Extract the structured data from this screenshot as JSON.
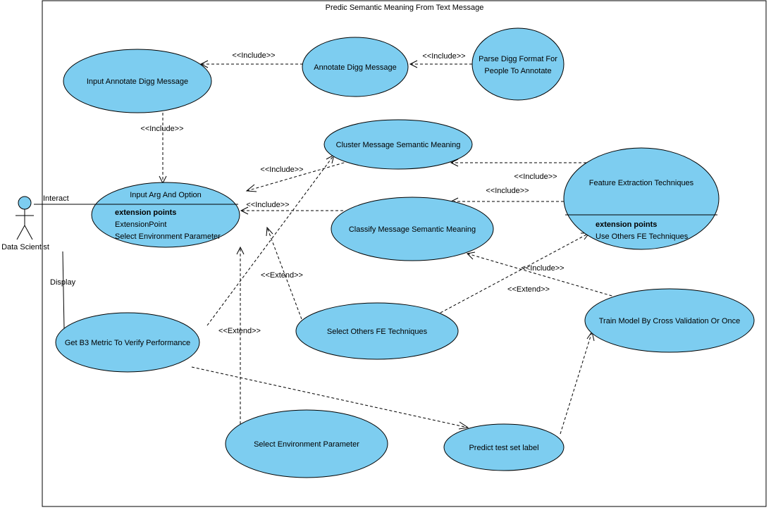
{
  "system": {
    "title": "Predic Semantic Meaning From Text Message"
  },
  "actor": {
    "name": "Data Scientist"
  },
  "associations": {
    "interact": "Interact",
    "display": "Display"
  },
  "use_cases": {
    "input_annotate": "Input Annotate Digg Message",
    "annotate": "Annotate Digg Message",
    "parse_line1": "Parse Digg Format For",
    "parse_line2": "People To Annotate",
    "cluster": "Cluster Message Semantic Meaning",
    "input_arg": "Input Arg And Option",
    "input_arg_ext_title": "extension points",
    "input_arg_ext_1": "ExtensionPoint",
    "input_arg_ext_2": "Select Environment Parameter",
    "classify": "Classify Message Semantic Meaning",
    "feature": "Feature Extraction Techniques",
    "feature_ext_title": "extension points",
    "feature_ext_1": "Use Others FE Techniques",
    "b3": "Get B3 Metric To Verify Performance",
    "select_fe": "Select Others FE Techniques",
    "train": "Train Model By Cross Validation Or Once",
    "select_env": "Select Environment Parameter",
    "predict": "Predict test set label"
  },
  "relations": {
    "include": "<<Include>>",
    "extend": "<<Extend>>"
  }
}
